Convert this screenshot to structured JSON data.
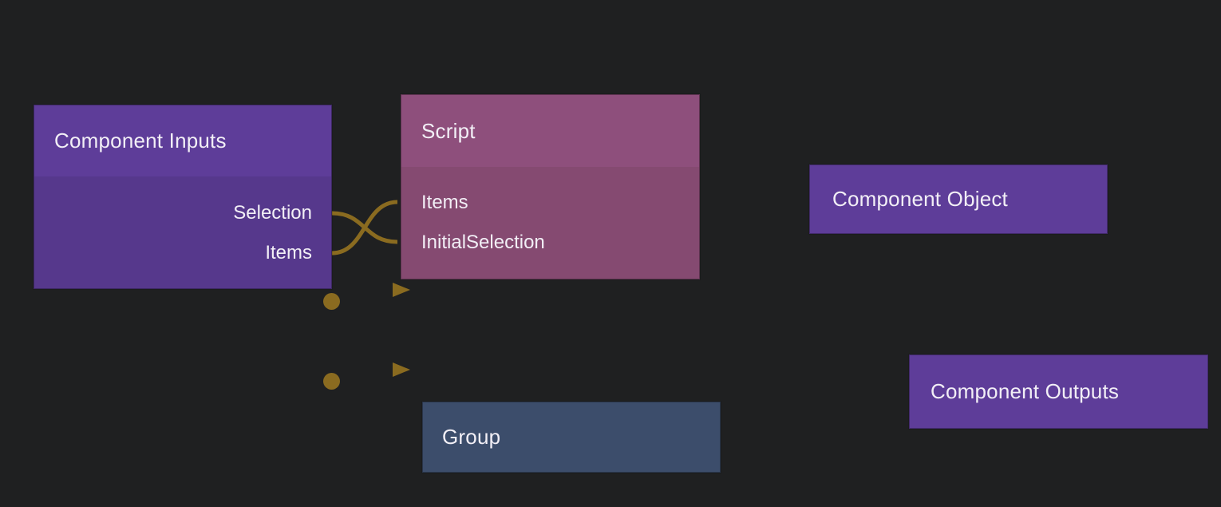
{
  "canvas": {
    "background": "#1f2021"
  },
  "colors": {
    "node_purple_header": "#5e3d99",
    "node_purple_body": "#56388c",
    "node_mauve_header": "#8e4f7c",
    "node_mauve_body": "#854a71",
    "node_blue": "#3c4d6b",
    "wire_gold": "#8a6b20",
    "text": "#f2eff6"
  },
  "nodes": {
    "component_inputs": {
      "title": "Component Inputs",
      "output_ports": [
        "Selection",
        "Items"
      ]
    },
    "script": {
      "title": "Script",
      "input_ports": [
        "Items",
        "InitialSelection"
      ]
    },
    "component_object": {
      "title": "Component Object"
    },
    "component_outputs": {
      "title": "Component Outputs"
    },
    "group": {
      "title": "Group"
    }
  },
  "connections": [
    {
      "from": "component_inputs.Selection",
      "to": "script.InitialSelection"
    },
    {
      "from": "component_inputs.Items",
      "to": "script.Items"
    }
  ]
}
